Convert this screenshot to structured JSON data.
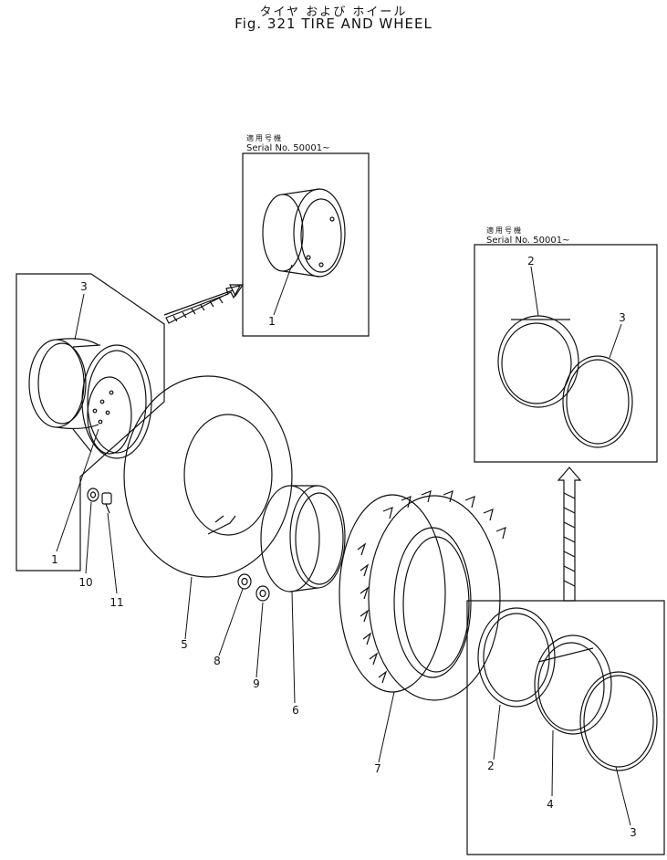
{
  "header": {
    "title_jp": "タイヤ および ホイール",
    "title_en": "Fig. 321  TIRE AND WHEEL"
  },
  "serial_notes": [
    {
      "jp": "適用号機",
      "text": "Serial No. 50001~"
    },
    {
      "jp": "適用号機",
      "text": "Serial No. 50001~"
    }
  ],
  "callouts": {
    "rim_top_3": "3",
    "rim_left_1": "1",
    "box_top_1": "1",
    "box_right_2": "2",
    "box_right_3": "3",
    "valve_10": "10",
    "valve_11": "11",
    "tube_5": "5",
    "nut_8": "8",
    "nut_9": "9",
    "flap_6": "6",
    "tire_7": "7",
    "bottom_2": "2",
    "bottom_4": "4",
    "bottom_3": "3"
  }
}
